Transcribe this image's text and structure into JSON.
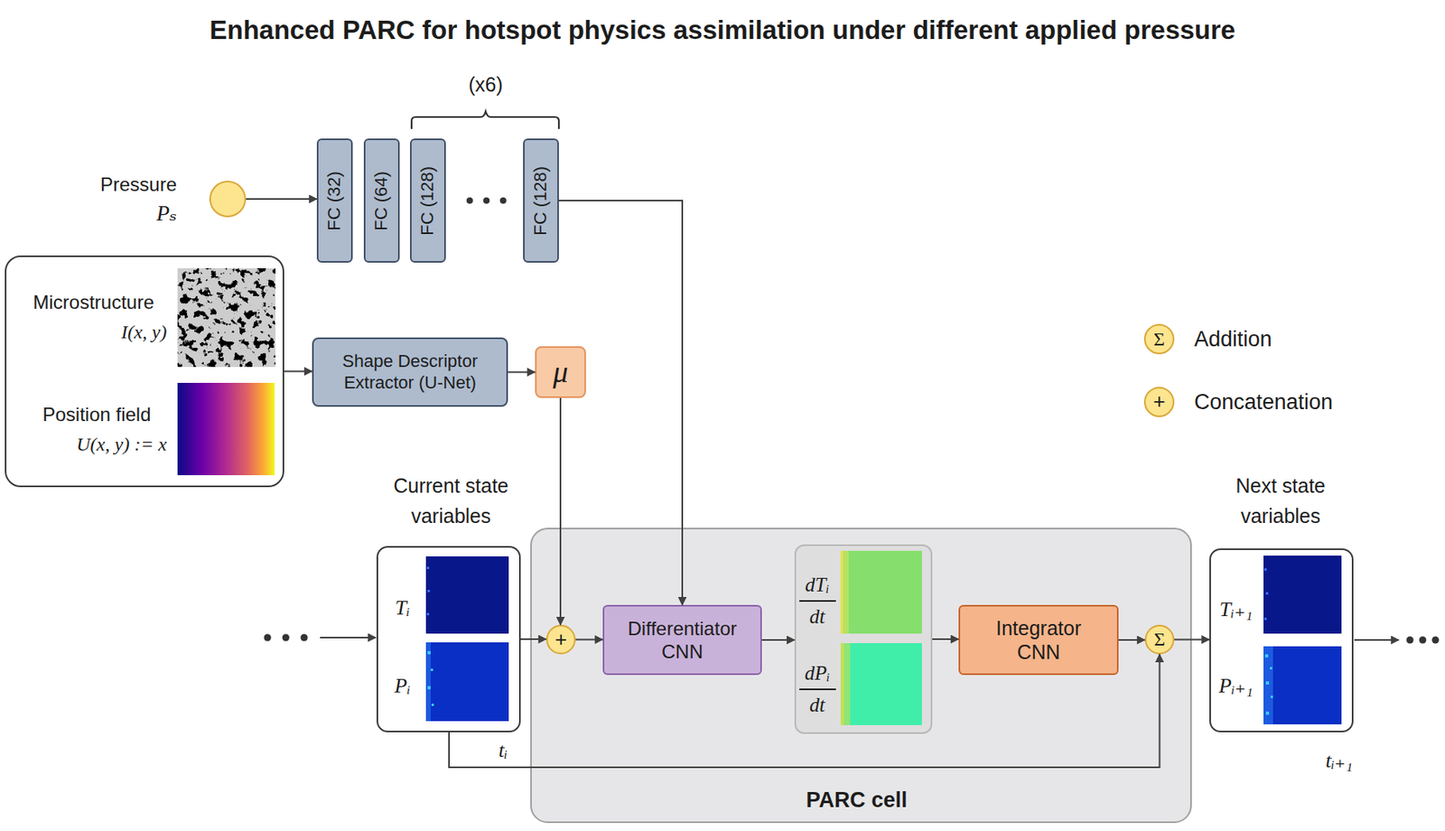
{
  "diagram": {
    "title": "Enhanced PARC for hotspot physics assimilation under different applied pressure",
    "nodes": [
      {
        "text": [
          "Pressure",
          "Pₛ"
        ]
      },
      {
        "text": [
          "FC (32)"
        ]
      },
      {
        "text": [
          "FC (64)"
        ]
      },
      {
        "text": [
          "FC (128)"
        ]
      },
      {
        "text": [
          "FC (128)"
        ]
      },
      {
        "text": [
          "Microstructure",
          "I(x, y)",
          "Position field",
          "U(x, y) := x"
        ]
      },
      {
        "text": [
          "Shape Descriptor Extractor (U-Net)"
        ]
      },
      {
        "text": [
          "μ"
        ]
      },
      {
        "text": [
          "Current state variables",
          "Tᵢ",
          "Pᵢ"
        ]
      },
      {
        "text": [
          "PARC cell"
        ]
      },
      {
        "text": [
          "+"
        ],
        "in": 9
      },
      {
        "text": [
          "Differentiator CNN"
        ],
        "in": 9
      },
      {
        "text": [
          "dTᵢ dt",
          "dPᵢ dt"
        ],
        "in": 9
      },
      {
        "text": [
          "Integrator CNN"
        ],
        "in": 9
      },
      {
        "text": [
          "Σ"
        ],
        "in": 9
      },
      {
        "text": [
          "Next state variables",
          "Tᵢ₊₁",
          "Pᵢ₊₁"
        ]
      }
    ],
    "edges": [
      {
        "from": 0,
        "to": 1,
        "arrow": "to"
      },
      {
        "from": 4,
        "to": 11,
        "arrow": "to"
      },
      {
        "from": 5,
        "to": 6,
        "arrow": "to"
      },
      {
        "from": 6,
        "to": 7,
        "arrow": "to"
      },
      {
        "from": 7,
        "to": 10,
        "arrow": "to"
      },
      {
        "from": 8,
        "to": 10,
        "arrow": "to"
      },
      {
        "from": 10,
        "to": 11,
        "arrow": "to"
      },
      {
        "from": 11,
        "to": 12,
        "arrow": "to"
      },
      {
        "from": 12,
        "to": 13,
        "arrow": "to"
      },
      {
        "from": 13,
        "to": 14,
        "arrow": "to"
      },
      {
        "from": 8,
        "to": 14,
        "label": "tᵢ",
        "arrow": "to"
      },
      {
        "from": 14,
        "to": 15,
        "arrow": "to"
      }
    ],
    "labels": [
      "(x6)",
      "tᵢ₊₁",
      "Σ",
      "+"
    ],
    "legend": [
      {
        "text": "Addition"
      },
      {
        "text": "Concatenation"
      }
    ]
  }
}
